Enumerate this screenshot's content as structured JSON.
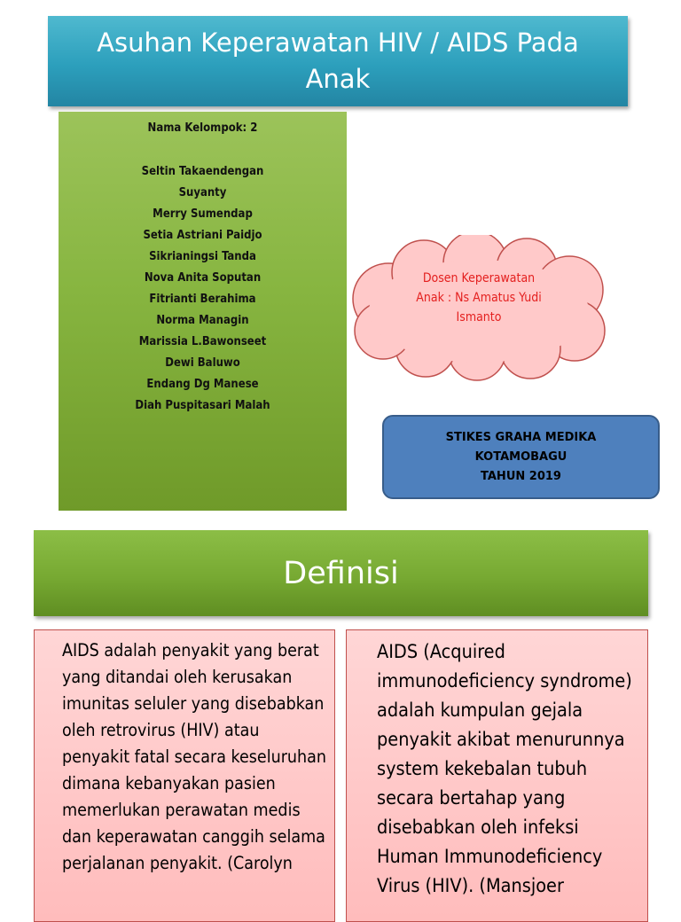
{
  "title": "Asuhan Keperawatan HIV / AIDS Pada Anak",
  "group": {
    "heading": "Nama Kelompok: 2",
    "members": [
      "Seltin Takaendengan",
      "Suyanty",
      "Merry Sumendap",
      "Setia Astriani Paidjo",
      "Sikrianingsi Tanda",
      "Nova Anita Soputan",
      "Fitrianti Berahima",
      "Norma Managin",
      "Marissia L.Bawonseet",
      "Dewi Baluwo",
      "Endang Dg Manese",
      "Diah Puspitasari Malah"
    ]
  },
  "lecturer": {
    "lines": [
      "Dosen Keperawatan",
      "Anak  : Ns Amatus Yudi",
      "Ismanto"
    ]
  },
  "institution": {
    "lines": [
      "STIKES GRAHA MEDIKA",
      "KOTAMOBAGU",
      "TAHUN 2019"
    ]
  },
  "section": {
    "title": "Definisi"
  },
  "definitions": [
    {
      "text": "AIDS adalah penyakit yang berat yang ditandai oleh kerusakan imunitas seluler yang disebabkan oleh retrovirus (HIV) atau penyakit fatal secara keseluruhan dimana kebanyakan pasien memerlukan perawatan medis dan keperawatan canggih selama perjalanan penyakit. (Carolyn"
    },
    {
      "text": "AIDS (Acquired immunodeficiency syndrome) adalah kumpulan gejala penyakit akibat menurunnya system kekebalan tubuh secara bertahap yang disebabkan oleh infeksi Human Immunodeficiency Virus (HIV). (Mansjoer"
    }
  ],
  "colors": {
    "title_bg": "#2c9fbc",
    "members_bg": "#87b540",
    "cloud_fill": "#ffc9c9",
    "cloud_text": "#e4201f",
    "school_bg": "#4e80bd",
    "section_bg": "#77a932",
    "def_bg": "#ffc8c8",
    "def_border": "#c0504d"
  }
}
